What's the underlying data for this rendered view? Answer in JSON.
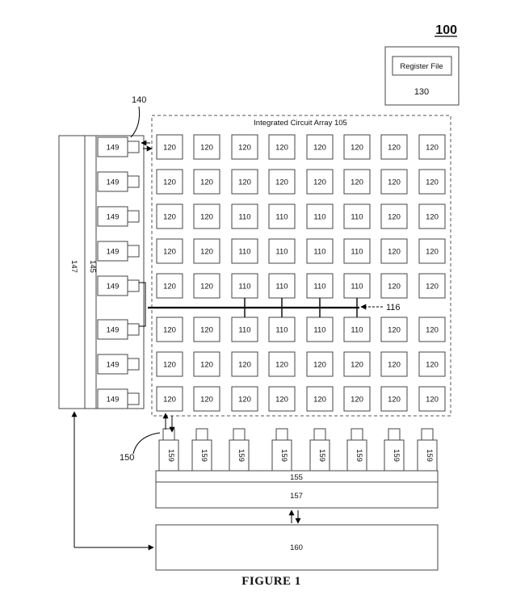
{
  "figure_number": "100",
  "caption": "FIGURE 1",
  "array": {
    "title": "Integrated Circuit Array 105",
    "rows": [
      [
        "120",
        "120",
        "120",
        "120",
        "120",
        "120",
        "120",
        "120"
      ],
      [
        "120",
        "120",
        "120",
        "120",
        "120",
        "120",
        "120",
        "120"
      ],
      [
        "120",
        "120",
        "110",
        "110",
        "110",
        "110",
        "120",
        "120"
      ],
      [
        "120",
        "120",
        "110",
        "110",
        "110",
        "110",
        "120",
        "120"
      ],
      [
        "120",
        "120",
        "110",
        "110",
        "110",
        "110",
        "120",
        "120"
      ],
      [
        "120",
        "120",
        "110",
        "110",
        "110",
        "110",
        "120",
        "120"
      ],
      [
        "120",
        "120",
        "120",
        "120",
        "120",
        "120",
        "120",
        "120"
      ],
      [
        "120",
        "120",
        "120",
        "120",
        "120",
        "120",
        "120",
        "120"
      ]
    ]
  },
  "register": {
    "inner_label": "Register File",
    "ref": "130"
  },
  "left_bus": {
    "outer_label": "147",
    "inner_label": "145",
    "ports": [
      "149",
      "149",
      "149",
      "149",
      "149",
      "149",
      "149",
      "149"
    ],
    "callout": "140"
  },
  "bottom_bus": {
    "ports": [
      "159",
      "159",
      "159",
      "159",
      "159",
      "159",
      "159",
      "159"
    ],
    "strip_label": "155",
    "block_label": "157",
    "callout": "150"
  },
  "controller": {
    "label": "160"
  },
  "interconnect": {
    "label": "116"
  }
}
